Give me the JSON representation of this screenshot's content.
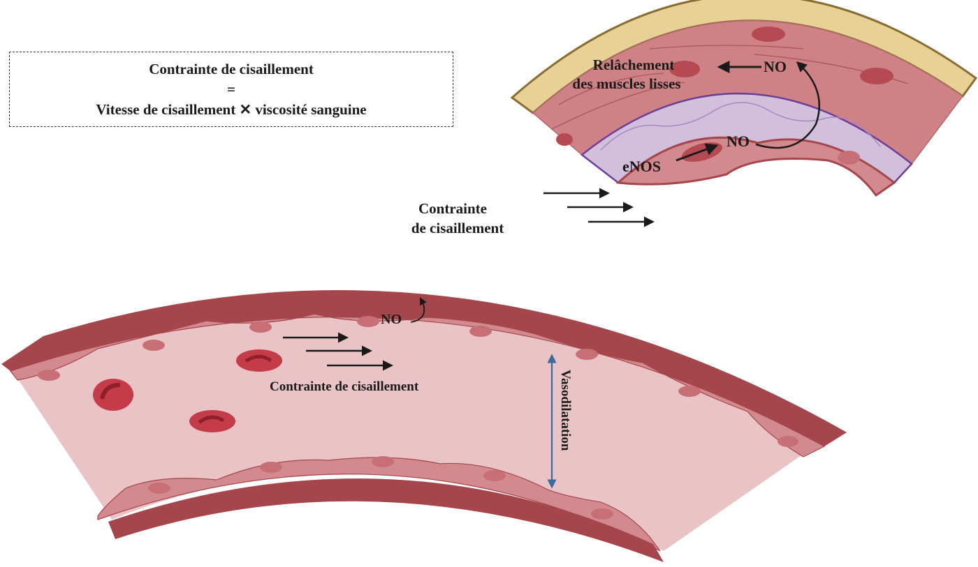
{
  "formula": {
    "line1": "Contrainte de cisaillement",
    "line2": "=",
    "line3": "Vitesse de cisaillement ✕ viscosité sanguine"
  },
  "labels": {
    "relaxation_line1": "Relâchement",
    "relaxation_line2": "des muscles lisses",
    "no_top": "NO",
    "no_inner": "NO",
    "enos": "eNOS",
    "shear_mid_line1": "Contrainte",
    "shear_mid_line2": "de cisaillement",
    "no_vessel": "NO",
    "shear_vessel": "Contrainte de cisaillement",
    "vasodilatation": "Vasodilatation"
  },
  "colors": {
    "vessel_wall": "#a4464c",
    "endothelium": "#d38a8e",
    "lumen": "#e9c3c6",
    "smooth_muscle": "#cf8286",
    "adventitia": "#e7d197",
    "elastic_lamina": "#d2bfdc",
    "red_blood_cell": "#c43c48",
    "vasodilatation_arrow": "#3b6b9a"
  }
}
